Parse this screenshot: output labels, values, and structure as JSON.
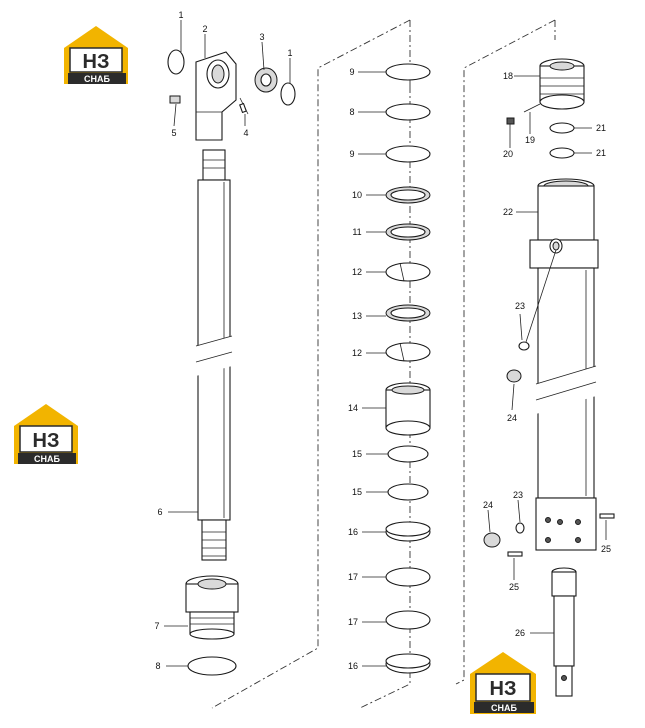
{
  "logo": {
    "mark": "НЗ",
    "caption": "СНАБ",
    "accent": "#f2b400",
    "dark": "#2b2b2b"
  },
  "callouts": {
    "p1a": "1",
    "p2": "2",
    "p3": "3",
    "p1b": "1",
    "p5": "5",
    "p4": "4",
    "p6": "6",
    "p7": "7",
    "p8a": "8",
    "c9a": "9",
    "c8": "8",
    "c9b": "9",
    "c10": "10",
    "c11": "11",
    "c12a": "12",
    "c13": "13",
    "c12b": "12",
    "c14": "14",
    "c15a": "15",
    "c15b": "15",
    "c16a": "16",
    "c17a": "17",
    "c17b": "17",
    "c16b": "16",
    "r18": "18",
    "r19": "19",
    "r20": "20",
    "r21a": "21",
    "r21b": "21",
    "r22": "22",
    "r23a": "23",
    "r24a": "24",
    "r24b": "24",
    "r23b": "23",
    "r25a": "25",
    "r25b": "25",
    "r26": "26"
  }
}
